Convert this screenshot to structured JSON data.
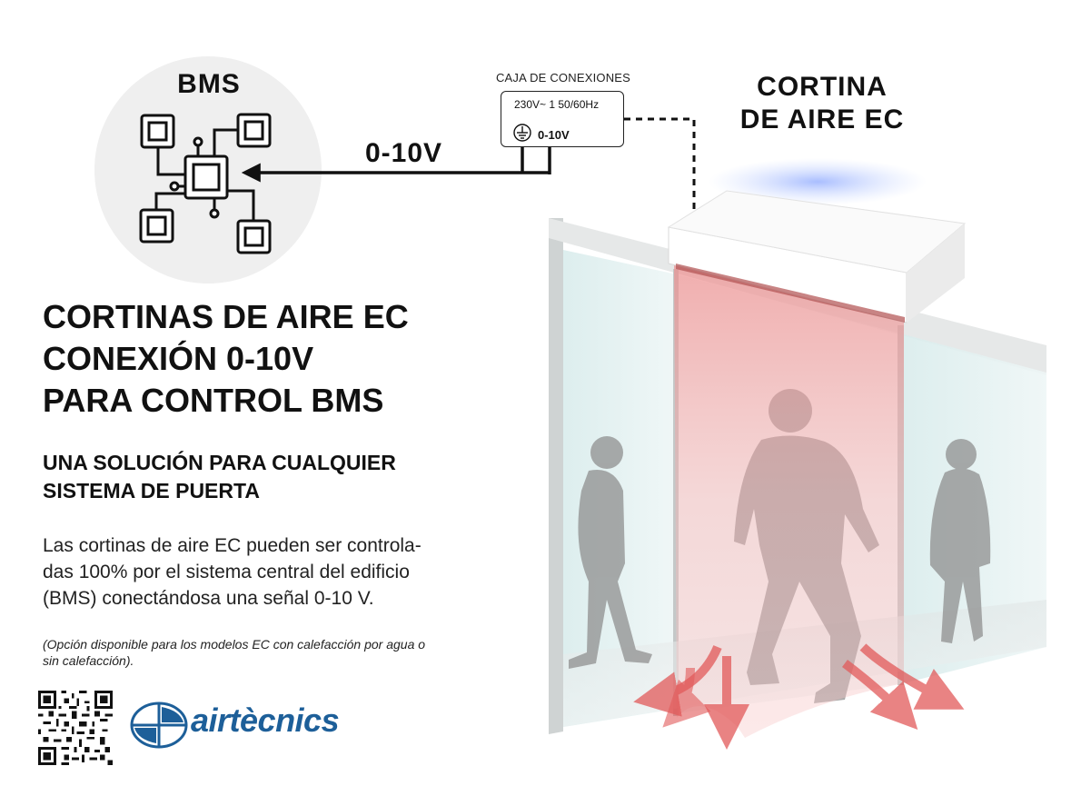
{
  "bms": {
    "title": "BMS"
  },
  "junction_box": {
    "label": "CAJA DE CONEXIONES",
    "voltage": "230V~ 1 50/60Hz",
    "signal": "0-10V"
  },
  "signal_label": "0-10V",
  "curtain": {
    "line1": "CORTINA",
    "line2": "DE AIRE EC"
  },
  "headline": {
    "line1": "CORTINAS DE AIRE EC",
    "line2": "CONEXIÓN 0-10V",
    "line3": "PARA CONTROL BMS"
  },
  "subheadline": {
    "line1": "UNA SOLUCIÓN PARA CUALQUIER",
    "line2": "SISTEMA DE PUERTA"
  },
  "body": {
    "line1": "Las cortinas de aire EC pueden ser controla-",
    "line2": "das 100% por el sistema central del edificio",
    "line3": "(BMS) conectándosa una señal 0-10 V."
  },
  "footnote": {
    "line1": "(Opción disponible para los modelos EC con calefacción por agua o",
    "line2": "sin calefacción)."
  },
  "logo": {
    "text": "airtècnics",
    "color": "#1d5f99"
  },
  "colors": {
    "accent_blue": "#1d5f99",
    "air_red": "#e25a5a",
    "text_dark": "#111111",
    "circle_bg": "#efefef"
  }
}
